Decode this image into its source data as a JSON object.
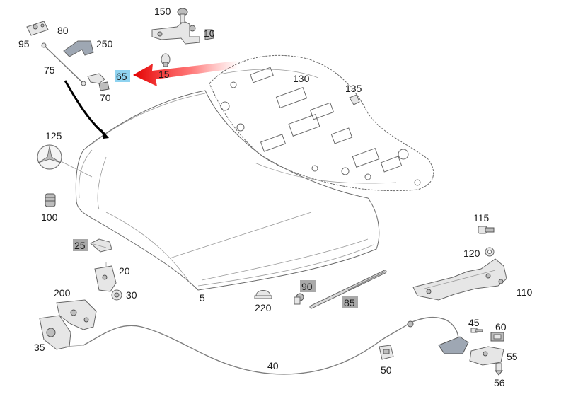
{
  "labels": {
    "l150": "150",
    "l10": "10",
    "l80": "80",
    "l250": "250",
    "l95": "95",
    "l15": "15",
    "l75": "75",
    "l65": "65",
    "l70": "70",
    "l130": "130",
    "l135": "135",
    "l125": "125",
    "l100": "100",
    "l25": "25",
    "l20": "20",
    "l30": "30",
    "l200": "200",
    "l35": "35",
    "l5": "5",
    "l220": "220",
    "l90": "90",
    "l85": "85",
    "l115": "115",
    "l120": "120",
    "l110": "110",
    "l45": "45",
    "l60": "60",
    "l55": "55",
    "l56": "56",
    "l50": "50",
    "l40": "40"
  },
  "highlight_color": "#8fd3f0",
  "box_color": "#a9a9a9",
  "arrow_color": "#e30000"
}
